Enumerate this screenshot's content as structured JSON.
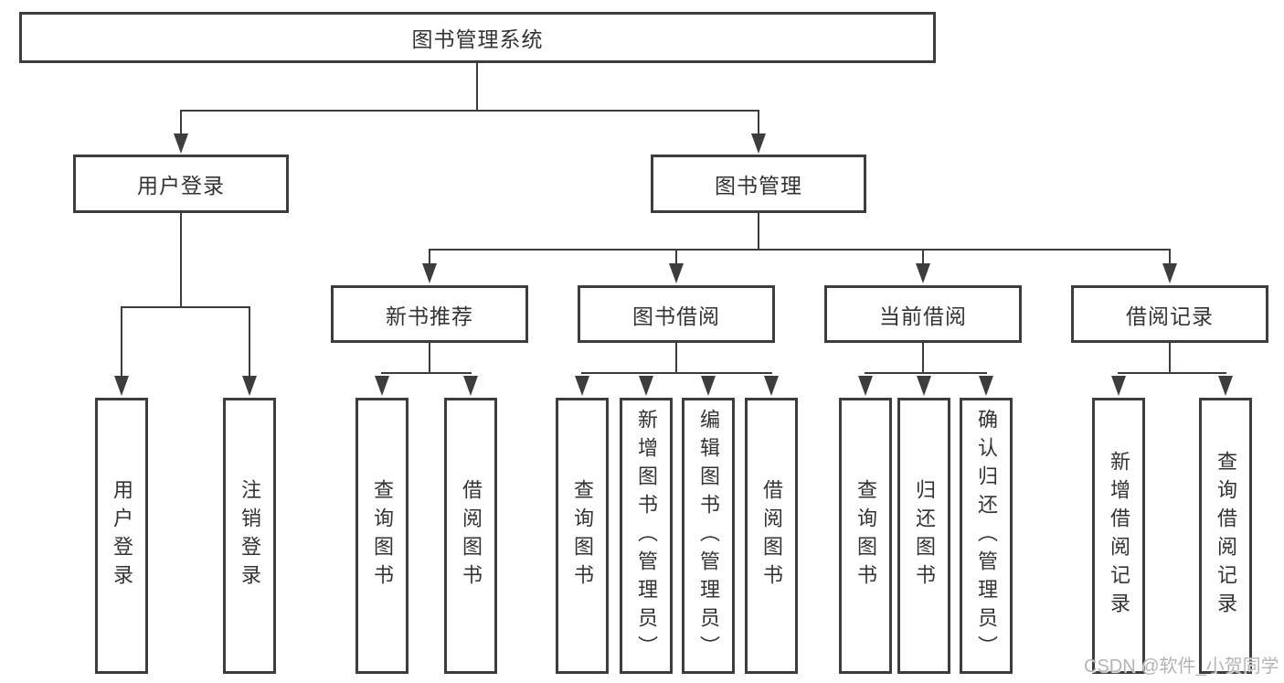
{
  "tree": {
    "label": "图书管理系统",
    "children": [
      {
        "label": "用户登录",
        "children": [
          {
            "label": "用户登录"
          },
          {
            "label": "注销登录"
          }
        ]
      },
      {
        "label": "图书管理",
        "children": [
          {
            "label": "新书推荐",
            "children": [
              {
                "label": "查询图书"
              },
              {
                "label": "借阅图书"
              }
            ]
          },
          {
            "label": "图书借阅",
            "children": [
              {
                "label": "查询图书"
              },
              {
                "label": "新增图书（管理员）"
              },
              {
                "label": "编辑图书（管理员）"
              },
              {
                "label": "借阅图书"
              }
            ]
          },
          {
            "label": "当前借阅",
            "children": [
              {
                "label": "查询图书"
              },
              {
                "label": "归还图书"
              },
              {
                "label": "确认归还（管理员）"
              }
            ]
          },
          {
            "label": "借阅记录",
            "children": [
              {
                "label": "新增借阅记录"
              },
              {
                "label": "查询借阅记录"
              }
            ]
          }
        ]
      }
    ]
  },
  "watermark": {
    "text": "CSDN @软件_小贺同学"
  },
  "colors": {
    "line": "#3d3d3d",
    "border": "#3d3d3d",
    "text": "#333333",
    "background": "#ffffff",
    "watermark": "#b4b4b4"
  }
}
